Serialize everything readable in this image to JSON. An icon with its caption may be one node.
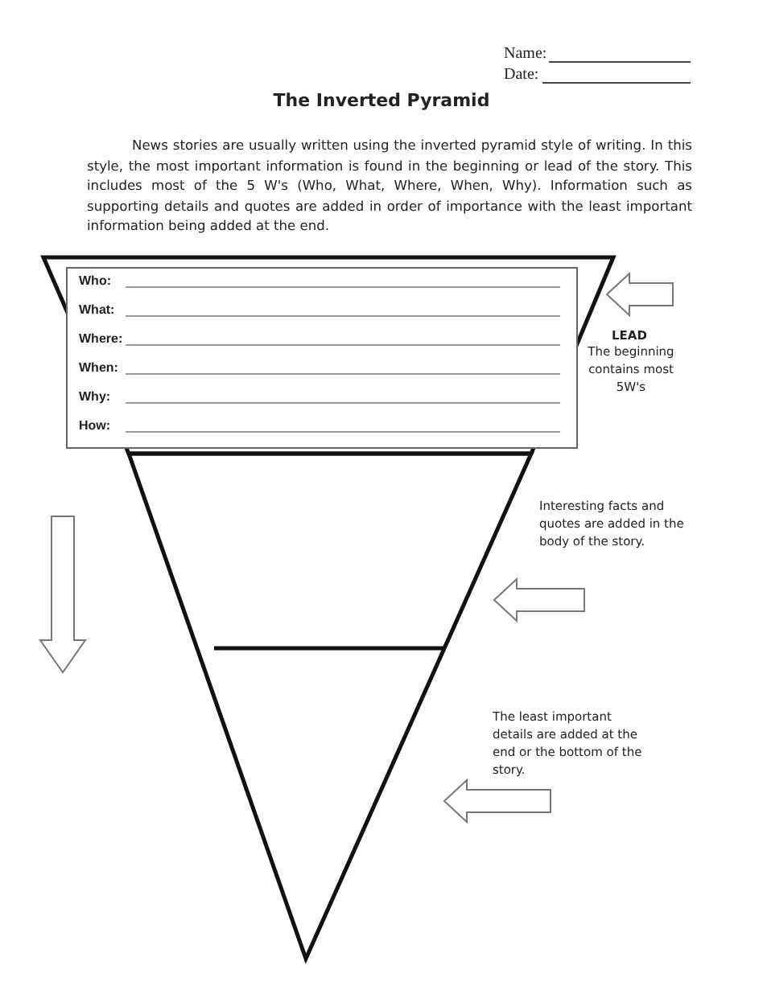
{
  "diagram": {
    "title": "The Inverted Pyramid",
    "labels": [
      "Name:",
      "Date:",
      "News stories are usually written using the inverted pyramid style of writing. In this style, the most important information is found in the beginning or lead of the story. This includes most of the 5 W's (Who, What, Where, When, Why). Information such as supporting details and quotes are added in order of importance with the least important information being added at the end.",
      "Who:",
      "What:",
      "Where:",
      "When:",
      "Why:",
      "How:",
      "LEAD",
      "The beginning contains most 5W's",
      "Interesting facts and quotes are added in the body of the story.",
      "The least important details are added at the end or the bottom of the story."
    ]
  }
}
